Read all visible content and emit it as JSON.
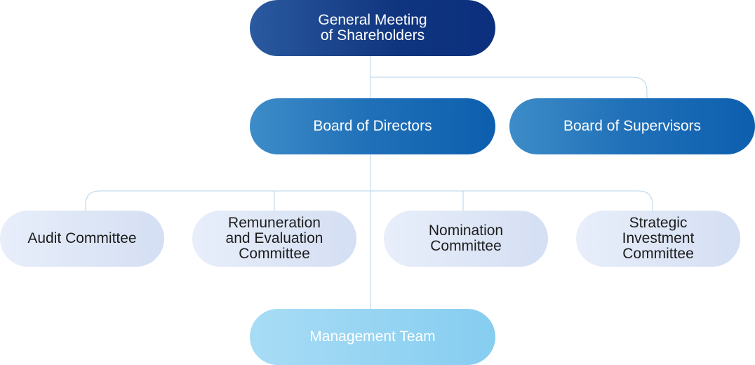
{
  "top": {
    "label": "General Meeting\nof Shareholders"
  },
  "boards": {
    "directors": "Board of Directors",
    "supervisors": "Board of Supervisors"
  },
  "committees": [
    {
      "label": "Audit Committee"
    },
    {
      "label": "Remuneration\nand Evaluation\nCommittee"
    },
    {
      "label": "Nomination\nCommittee"
    },
    {
      "label": "Strategic\nInvestment\nCommittee"
    }
  ],
  "management": {
    "label": "Management Team"
  },
  "colors": {
    "connector": "#b7d3ea",
    "top_node": "#10357f",
    "board_node": "#1f6fb8",
    "committee_node": "#d9e3f5",
    "management_node": "#93d3f2"
  }
}
